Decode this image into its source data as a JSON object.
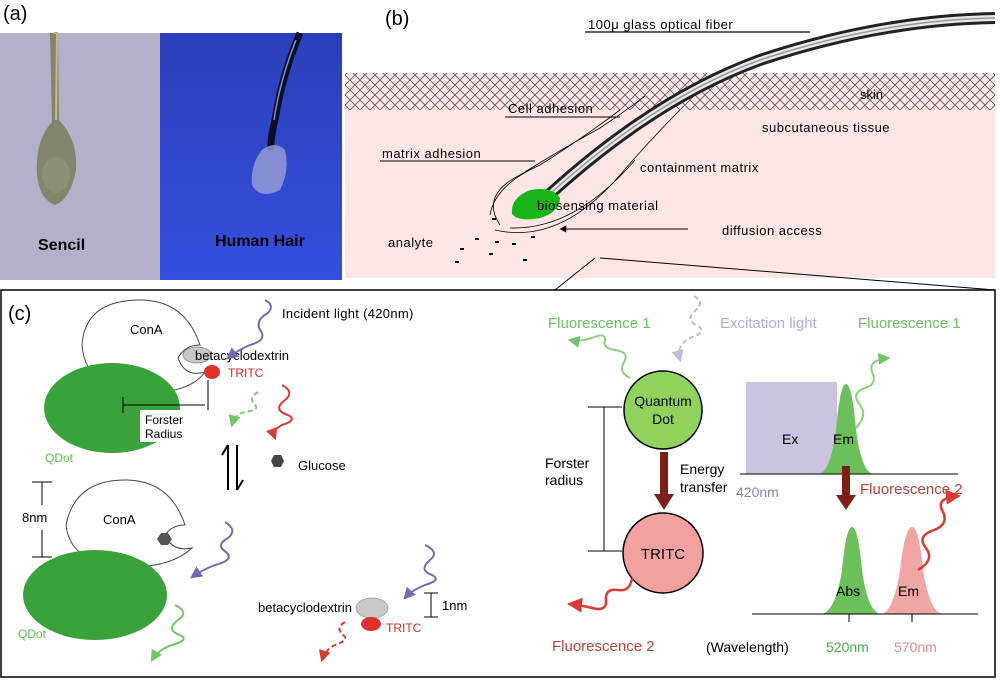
{
  "panel_a": {
    "label": "(a)",
    "left_caption": "Sencil",
    "right_caption": "Human Hair"
  },
  "panel_b": {
    "label": "(b)",
    "fiber": "100μ glass optical fiber",
    "skin": "skin",
    "cell_adhesion": "Cell adhesion",
    "subcutaneous": "subcutaneous tissue",
    "matrix_adhesion": "matrix adhesion",
    "containment": "containment matrix",
    "biosensing": "biosensing material",
    "analyte": "analyte",
    "diffusion": "diffusion access"
  },
  "panel_c": {
    "label": "(c)",
    "cona": "ConA",
    "incident_light": "Incident light (420nm)",
    "betacyclodextrin": "betacyclodextrin",
    "tritc": "TRITC",
    "forster_radius_1": "Forster",
    "forster_radius_2": "Radius",
    "qdot": "QDot",
    "glucose": "Glucose",
    "size_8nm": "8nm",
    "size_1nm": "1nm"
  },
  "right_diagram": {
    "fluorescence1": "Fluorescence 1",
    "excitation": "Excitation light",
    "fluorescence1_right": "Fluorescence 1",
    "quantum_dot_1": "Quantum",
    "quantum_dot_2": "Dot",
    "forster_1": "Forster",
    "forster_2": "radius",
    "energy_1": "Energy",
    "energy_2": "transfer",
    "tritc": "TRITC",
    "fluorescence2": "Fluorescence 2",
    "fluorescence2_right": "Fluorescence 2",
    "ex": "Ex",
    "em": "Em",
    "nm420": "420nm",
    "abs": "Abs",
    "em2": "Em",
    "wavelength": "(Wavelength)",
    "nm520": "520nm",
    "nm570": "570nm"
  },
  "colors": {
    "green": "#5cc04c",
    "dark_green": "#2f9d2f",
    "red": "#e1514e",
    "dark_red": "#7a2016",
    "purple": "#7f6ab8",
    "lavender": "#cbc3df",
    "pink": "#ffe6e6"
  }
}
